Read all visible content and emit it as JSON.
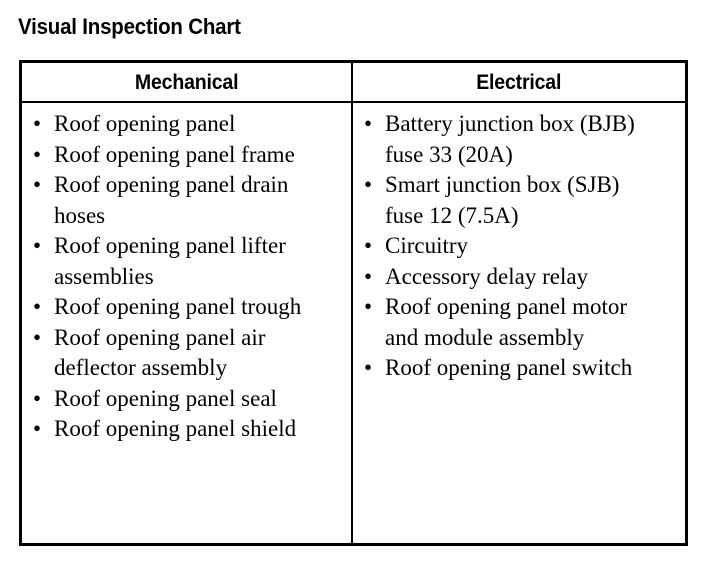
{
  "page": {
    "title": "Visual Inspection Chart",
    "background_color": "#ffffff",
    "text_color": "#000000",
    "border_color": "#000000",
    "bullet_glyph": "•"
  },
  "table": {
    "columns": [
      {
        "key": "mechanical",
        "header": "Mechanical",
        "items": [
          "Roof opening panel",
          "Roof opening panel frame",
          "Roof opening panel drain hoses",
          "Roof opening panel lifter assemblies",
          "Roof opening panel trough",
          "Roof opening panel air deflector assembly",
          "Roof opening panel seal",
          "Roof opening panel shield"
        ]
      },
      {
        "key": "electrical",
        "header": "Electrical",
        "items": [
          "Battery junction box (BJB) fuse 33 (20A)",
          "Smart junction box (SJB) fuse 12 (7.5A)",
          "Circuitry",
          "Accessory delay relay",
          "Roof opening panel motor and module assembly",
          "Roof opening panel switch"
        ]
      }
    ]
  }
}
